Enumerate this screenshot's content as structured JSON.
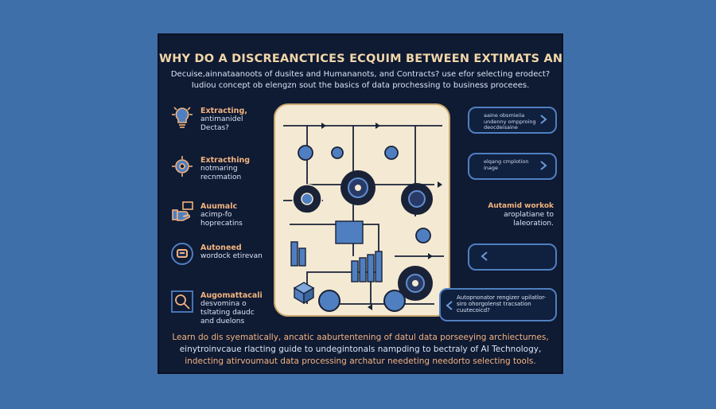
{
  "title": "WHY DO A DISCREANCTICES ECQUIM BETWEEN EXTIMATS AND CONTRACTS?",
  "subtitle": [
    "Decuise,ainnataanoots of dusites and Humananots, and Contracts?  use efor selecting erodect?",
    "Iudiou concept ob elengzn sout the basics of data prochessing to business proceees."
  ],
  "left_items": [
    {
      "icon": "lightbulb-icon",
      "title": "Extracting,",
      "text": "antimanidel Dectas?"
    },
    {
      "icon": "gear-icon",
      "title": "Extracthing",
      "text": "notmaring recnmation"
    },
    {
      "icon": "hand-icon",
      "title": "Auumalc",
      "text": "acimp-fo hoprecatins"
    },
    {
      "icon": "chat-icon",
      "title": "Autoneed",
      "text": "wordock etirevan"
    },
    {
      "icon": "search-icon",
      "title": "Augomattacali",
      "text": "desvomina o tsltating daudc and duelons"
    }
  ],
  "right_items": [
    {
      "type": "pill",
      "text": "aaine obsmieiia undenny ompproing deocdeisaine"
    },
    {
      "type": "pill",
      "text": "elqang cmplotion inage"
    },
    {
      "type": "text",
      "title": "Autamid workok",
      "text": "aroplatiane to laleoration."
    },
    {
      "type": "pill",
      "text": ""
    },
    {
      "type": "box",
      "text": "Autopnonator rengizer upilatlor-siro ohorgolenst tracsation cuutecoicd?"
    }
  ],
  "footer": [
    "Learn do dis syematically, ancatic aaburtentening of datul data porseeying archiecturnes,",
    "einytroinvcaue rlacting guide to undegintonals nampding to bectraly of AI Technology,",
    "indecting atirvoumaut data processing archatur needeting needorto selecting tools."
  ],
  "colors": {
    "background": "#3f6fa8",
    "panel": "#0f1a33",
    "accent": "#f2b37e",
    "diagram_bg": "#f4ead3",
    "blue": "#4f7fc0"
  }
}
